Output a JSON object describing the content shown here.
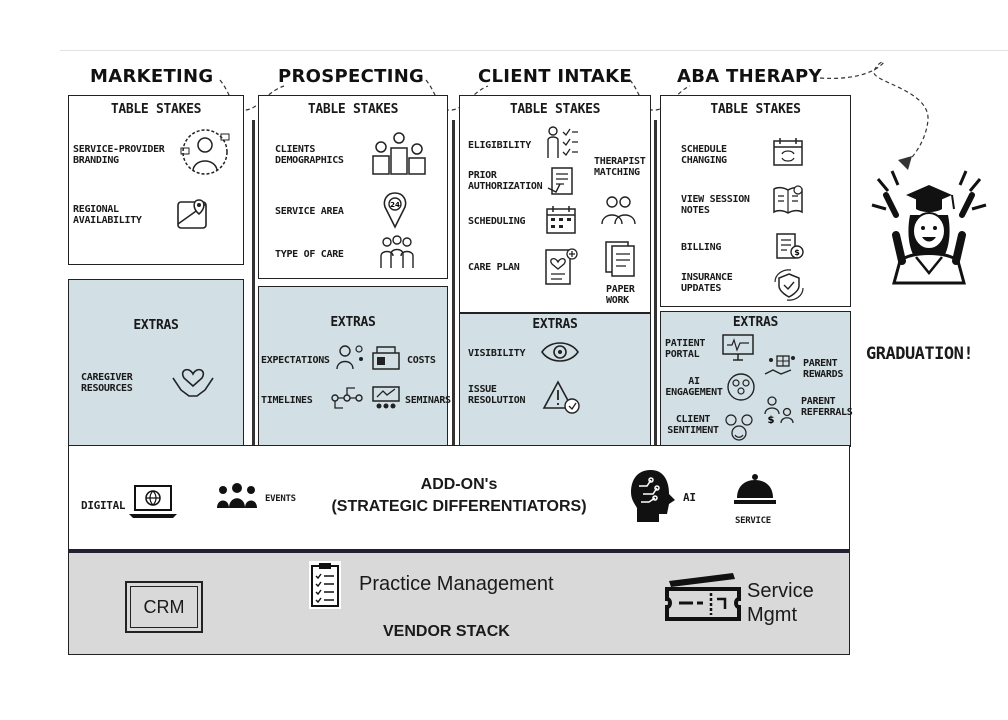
{
  "stages": [
    "MARKETING",
    "PROSPECTING",
    "CLIENT INTAKE",
    "ABA THERAPY"
  ],
  "graduation": "GRADUATION!",
  "table_stakes_title": "TABLE STAKES",
  "extras_title": "EXTRAS",
  "marketing": {
    "table_stakes": [
      "SERVICE-PROVIDER BRANDING",
      "REGIONAL AVAILABILITY"
    ],
    "extras": [
      "CAREGIVER RESOURCES"
    ]
  },
  "prospecting": {
    "table_stakes": [
      "CLIENTS DEMOGRAPHICS",
      "SERVICE AREA",
      "TYPE OF CARE"
    ],
    "extras": [
      "EXPECTATIONS",
      "COSTS",
      "TIMELINES",
      "SEMINARS"
    ]
  },
  "client_intake": {
    "table_stakes": [
      "ELIGIBILITY",
      "PRIOR AUTHORIZATION",
      "THERAPIST MATCHING",
      "SCHEDULING",
      "CARE PLAN",
      "PAPER WORK"
    ],
    "extras": [
      "VISIBILITY",
      "ISSUE RESOLUTION"
    ]
  },
  "aba_therapy": {
    "table_stakes": [
      "SCHEDULE CHANGING",
      "VIEW SESSION NOTES",
      "BILLING",
      "INSURANCE UPDATES"
    ],
    "extras": [
      "PATIENT PORTAL",
      "AI ENGAGEMENT",
      "CLIENT SENTIMENT",
      "PARENT REWARDS",
      "PARENT REFERRALS"
    ]
  },
  "addons": {
    "title_line1": "ADD-ON's",
    "title_line2": "(STRATEGIC DIFFERENTIATORS)",
    "items": [
      "DIGITAL",
      "EVENTS",
      "AI",
      "SERVICE"
    ]
  },
  "vendor_stack": {
    "title": "VENDOR STACK",
    "crm": "CRM",
    "practice_management": "Practice Management",
    "service_mgmt_line1": "Service",
    "service_mgmt_line2": "Mgmt"
  }
}
